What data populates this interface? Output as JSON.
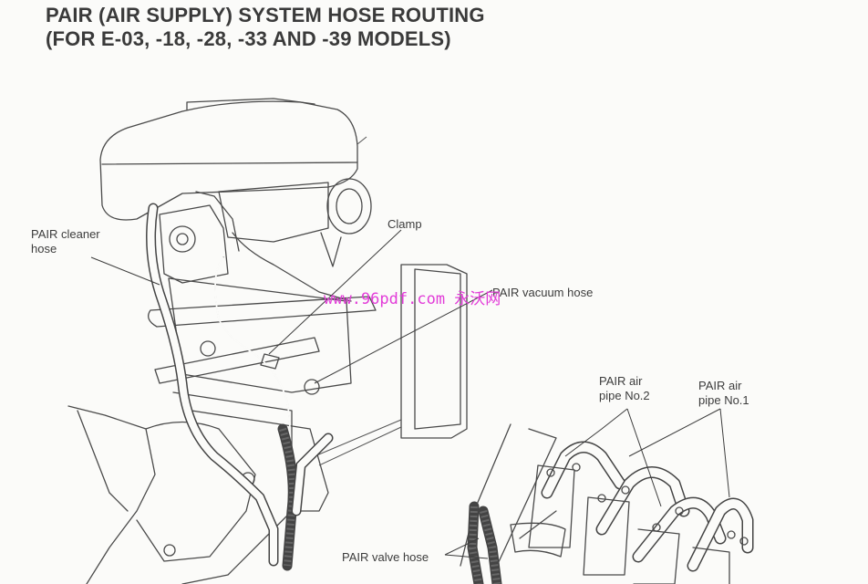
{
  "title": {
    "line1": "PAIR (AIR SUPPLY) SYSTEM HOSE ROUTING",
    "line2": "(FOR E-03, -18, -28, -33 AND -39 MODELS)"
  },
  "labels": {
    "pair_cleaner_hose_1": "PAIR cleaner",
    "pair_cleaner_hose_2": "hose",
    "clamp": "Clamp",
    "pair_vacuum_hose": "PAIR vacuum hose",
    "pair_air_pipe_2_line1": "PAIR air",
    "pair_air_pipe_2_line2": "pipe No.2",
    "pair_air_pipe_1_line1": "PAIR air",
    "pair_air_pipe_1_line2": "pipe No.1",
    "pair_valve_hose": "PAIR valve hose"
  },
  "watermark": "www.96pdf.com 永沃网",
  "colors": {
    "title": "#3a3a3a",
    "line_art": "#4a4a4a",
    "watermark": "#e23bd8",
    "background": "#fbfbf9"
  }
}
